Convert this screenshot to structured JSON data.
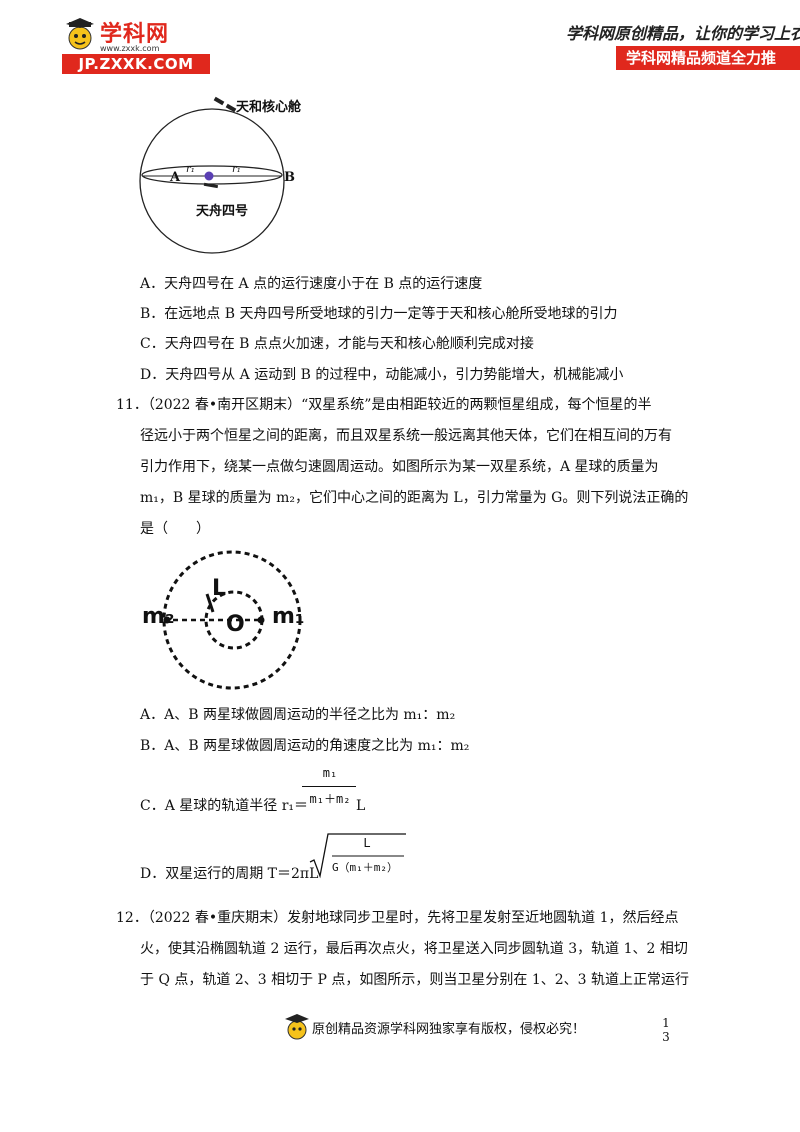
{
  "header": {
    "logo_name": "学科网",
    "logo_sub": "www.zxxk.com",
    "site": "JP.ZXXK.COM",
    "slogan": "学科网原创精品，让你的学习上衣",
    "banner": "学科网精品频道全力推"
  },
  "fig1": {
    "label_core": "天和核心舱",
    "label_a": "A",
    "label_b": "B",
    "label_r1": "r₁",
    "label_r1_right": "r₁",
    "label_ship": "天舟四号"
  },
  "q10": {
    "options": [
      "A．天舟四号在 A 点的运行速度小于在 B 点的运行速度",
      "B．在远地点 B 天舟四号所受地球的引力一定等于天和核心舱所受地球的引力",
      "C．天舟四号在 B 点点火加速，才能与天和核心舱顺利完成对接",
      "D．天舟四号从 A 运动到 B 的过程中，动能减小，引力势能增大，机械能减小"
    ]
  },
  "q11": {
    "lines": [
      "11．（2022 春•南开区期末）“双星系统”是由相距较近的两颗恒星组成，每个恒星的半",
      "径远小于两个恒星之间的距离，而且双星系统一般远离其他天体，它们在相互间的万有",
      "引力作用下，绕某一点做匀速圆周运动。如图所示为某一双星系统，A 星球的质量为",
      "m₁，B 星球的质量为 m₂，它们中心之间的距离为 L，引力常量为 G。则下列说法正确的",
      "是（　　）"
    ],
    "fig": {
      "m2": "m₂",
      "m1": "m₁",
      "L": "L",
      "O": "O"
    },
    "optA": "A．A、B 两星球做圆周运动的半径之比为 m₁：m₂",
    "optB": "B．A、B 两星球做圆周运动的角速度之比为 m₁：m₂",
    "optC": "C．A 星球的轨道半径 r₁＝",
    "optC_num": "m₁",
    "optC_den": "m₁＋m₂",
    "optC_tail": "L",
    "optD": "D．双星运行的周期 T＝2πL",
    "optD_num": "L",
    "optD_den": "G（m₁＋m₂）"
  },
  "q12": {
    "lines": [
      "12．（2022 春•重庆期末）发射地球同步卫星时，先将卫星发射至近地圆轨道 1，然后经点",
      "火，使其沿椭圆轨道 2 运行，最后再次点火，将卫星送入同步圆轨道 3，轨道 1、2 相切",
      "于 Q 点，轨道 2、3 相切于 P 点，如图所示，则当卫星分别在 1、2、3 轨道上正常运行"
    ]
  },
  "footer": {
    "text": "原创精品资源学科网独家享有版权，侵权必究！",
    "page_top": "1",
    "page_bottom": "3"
  }
}
